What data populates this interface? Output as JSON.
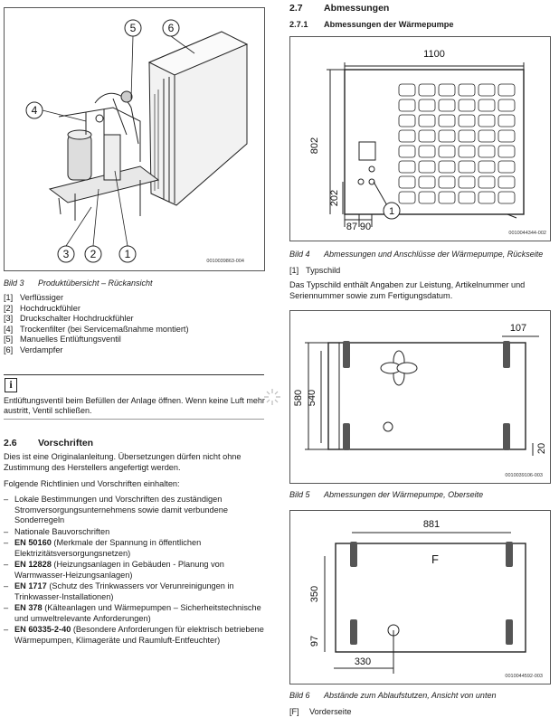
{
  "left": {
    "figure3": {
      "callouts": [
        "5",
        "6",
        "4",
        "3",
        "2",
        "1"
      ],
      "id": "0010039863-004",
      "caption_no": "Bild 3",
      "caption_text": "Produktübersicht – Rückansicht"
    },
    "legend": [
      {
        "num": "[1]",
        "text": "Verflüssiger"
      },
      {
        "num": "[2]",
        "text": "Hochdruckfühler"
      },
      {
        "num": "[3]",
        "text": "Druckschalter Hochdruckfühler"
      },
      {
        "num": "[4]",
        "text": "Trockenfilter (bei Servicemaßnahme montiert)"
      },
      {
        "num": "[5]",
        "text": "Manuelles Entlüftungsventil"
      },
      {
        "num": "[6]",
        "text": "Verdampfer"
      }
    ],
    "info": {
      "icon": "i",
      "text": "Entlüftungsventil beim Befüllen der Anlage öffnen. Wenn keine Luft mehr austritt, Ventil schließen."
    },
    "section": {
      "num": "2.6",
      "title": "Vorschriften",
      "intro": "Dies ist eine Originalanleitung. Übersetzungen dürfen nicht ohne Zustimmung des Herstellers angefertigt werden.",
      "lead": "Folgende Richtlinien und Vorschriften einhalten:",
      "items": [
        {
          "bold": "",
          "text": "Lokale Bestimmungen und Vorschriften des zuständigen Stromversorgungsunternehmens sowie damit verbundene Sonderregeln"
        },
        {
          "bold": "",
          "text": "Nationale Bauvorschriften"
        },
        {
          "bold": "EN 50160",
          "text": " (Merkmale der Spannung in öffentlichen Elektrizitätsversorgungsnetzen)"
        },
        {
          "bold": "EN 12828",
          "text": " (Heizungsanlagen in Gebäuden - Planung von Warmwasser-Heizungsanlagen)"
        },
        {
          "bold": "EN 1717",
          "text": " (Schutz des Trinkwassers vor Verunreinigungen in Trinkwasser-Installationen)"
        },
        {
          "bold": "EN 378",
          "text": " (Kälteanlagen und Wärmepumpen – Sicherheitstechnische und umweltrelevante Anforderungen)"
        },
        {
          "bold": "EN 60335-2-40",
          "text": " (Besondere Anforderungen für elektrisch betriebene Wärmepumpen, Klimageräte und Raumluft-Entfeuchter)"
        }
      ]
    }
  },
  "right": {
    "section": {
      "num": "2.7",
      "title": "Abmessungen"
    },
    "subsection": {
      "num": "2.7.1",
      "title": "Abmessungen der Wärmepumpe"
    },
    "figure4": {
      "dims": {
        "width": "1100",
        "height": "802",
        "low": "202",
        "a": "87",
        "b": "90"
      },
      "callout": "1",
      "id": "0010044344-002",
      "caption_no": "Bild 4",
      "caption_text": "Abmessungen und Anschlüsse der Wärmepumpe, Rückseite"
    },
    "fig4_legend": {
      "num": "[1]",
      "text": "Typschild"
    },
    "fig4_text": "Das Typschild enthält Angaben zur Leistung, Artikelnummer und Seriennummer sowie zum Fertigungsdatum.",
    "figure5": {
      "dims": {
        "top": "107",
        "outer": "580",
        "inner": "540",
        "small": "20"
      },
      "id": "0010039106-003",
      "caption_no": "Bild 5",
      "caption_text": "Abmessungen der Wärmepumpe, Oberseite"
    },
    "figure6": {
      "dims": {
        "top": "881",
        "mid": "350",
        "low": "97",
        "bottom": "330"
      },
      "label": "F",
      "id": "0010044592-003",
      "caption_no": "Bild 6",
      "caption_text": "Abstände zum Ablaufstutzen, Ansicht von unten"
    },
    "fig6_legend": {
      "num": "[F]",
      "text": "Vorderseite"
    }
  }
}
